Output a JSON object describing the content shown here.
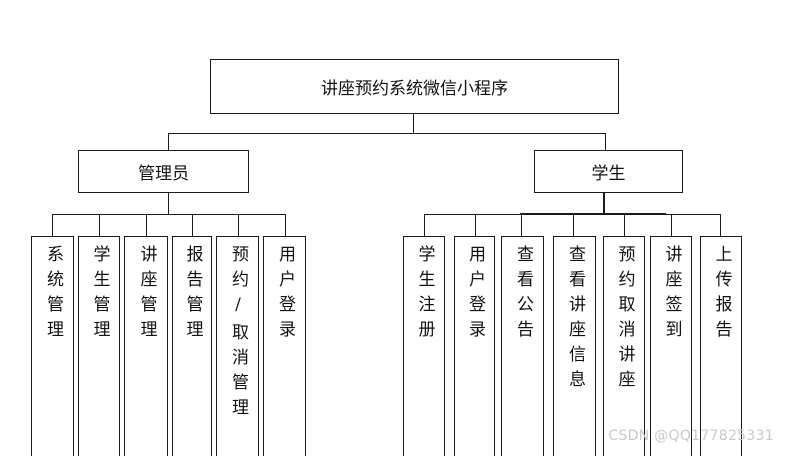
{
  "root": {
    "label": "讲座预约系统微信小程序"
  },
  "admin": {
    "label": "管理员",
    "children": [
      "系统管理",
      "学生管理",
      "讲座管理",
      "报告管理",
      "预约/取消管理",
      "用户登录"
    ]
  },
  "student": {
    "label": "学生",
    "children": [
      "学生注册",
      "用户登录",
      "查看公告",
      "查看讲座信息",
      "预约取消讲座",
      "讲座签到",
      "上传报告"
    ]
  },
  "watermark": "CSDN @QQ177825331"
}
